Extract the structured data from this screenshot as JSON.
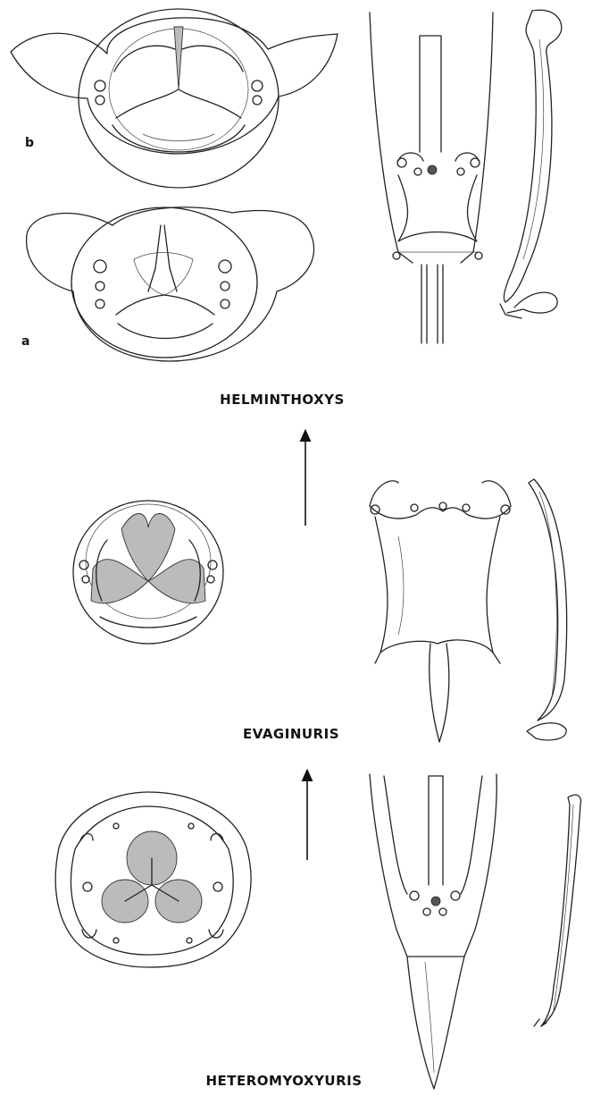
{
  "plate": {
    "genera": [
      {
        "name": "HELMINTHOXYS",
        "views": [
          "b",
          "a"
        ]
      },
      {
        "name": "EVAGINURIS"
      },
      {
        "name": "HETEROMYOXYURIS"
      }
    ],
    "arrows": [
      "evolution-arrow-upper",
      "evolution-arrow-lower"
    ]
  }
}
